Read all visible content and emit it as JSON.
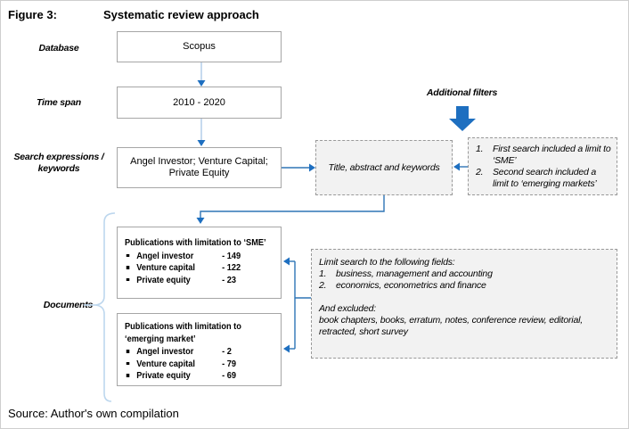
{
  "figure": {
    "label": "Figure 3:",
    "title": "Systematic review approach"
  },
  "labels": {
    "database": "Database",
    "time_span": "Time span",
    "search_expressions": "Search expressions /\nkeywords",
    "documents": "Documents",
    "additional_filters": "Additional filters"
  },
  "flow": {
    "database_value": "Scopus",
    "time_span_value": "2010 - 2020",
    "keywords_value": "Angel Investor; Venture Capital;\nPrivate Equity",
    "scope_value": "Title, abstract and keywords"
  },
  "filters_note": {
    "items": [
      {
        "num": "1.",
        "text": "First search included a limit to ‘SME’"
      },
      {
        "num": "2.",
        "text": "Second search included a limit to ‘emerging markets’"
      }
    ]
  },
  "publications_sme": {
    "title": "Publications with limitation to ‘SME’",
    "rows": [
      {
        "name": "Angel investor",
        "value": "- 149"
      },
      {
        "name": "Venture capital",
        "value": "- 122"
      },
      {
        "name": "Private equity",
        "value": "- 23"
      }
    ]
  },
  "publications_emerging": {
    "title": "Publications with limitation to\n‘emerging market’",
    "rows": [
      {
        "name": "Angel investor",
        "value": "- 2"
      },
      {
        "name": "Venture capital",
        "value": "- 79"
      },
      {
        "name": "Private equity",
        "value": "- 69"
      }
    ]
  },
  "limit_note": {
    "intro": "Limit search to the following fields:",
    "fields": [
      {
        "num": "1.",
        "text": "business, management and accounting"
      },
      {
        "num": "2.",
        "text": "economics, econometrics and finance"
      }
    ],
    "excluded_label": "And excluded:",
    "excluded_text": "book chapters, books, erratum, notes, conference review, editorial, retracted, short survey"
  },
  "source": "Source: Author's own compilation",
  "colors": {
    "arrow_blue": "#1e6fc0",
    "connector_blue": "#2e75b6",
    "connector_light_blue": "#aecbe8",
    "brace_blue": "#bdd7ee",
    "box_border_gray": "#a6a6a6",
    "dashed_fill_gray": "#f2f2f2"
  }
}
